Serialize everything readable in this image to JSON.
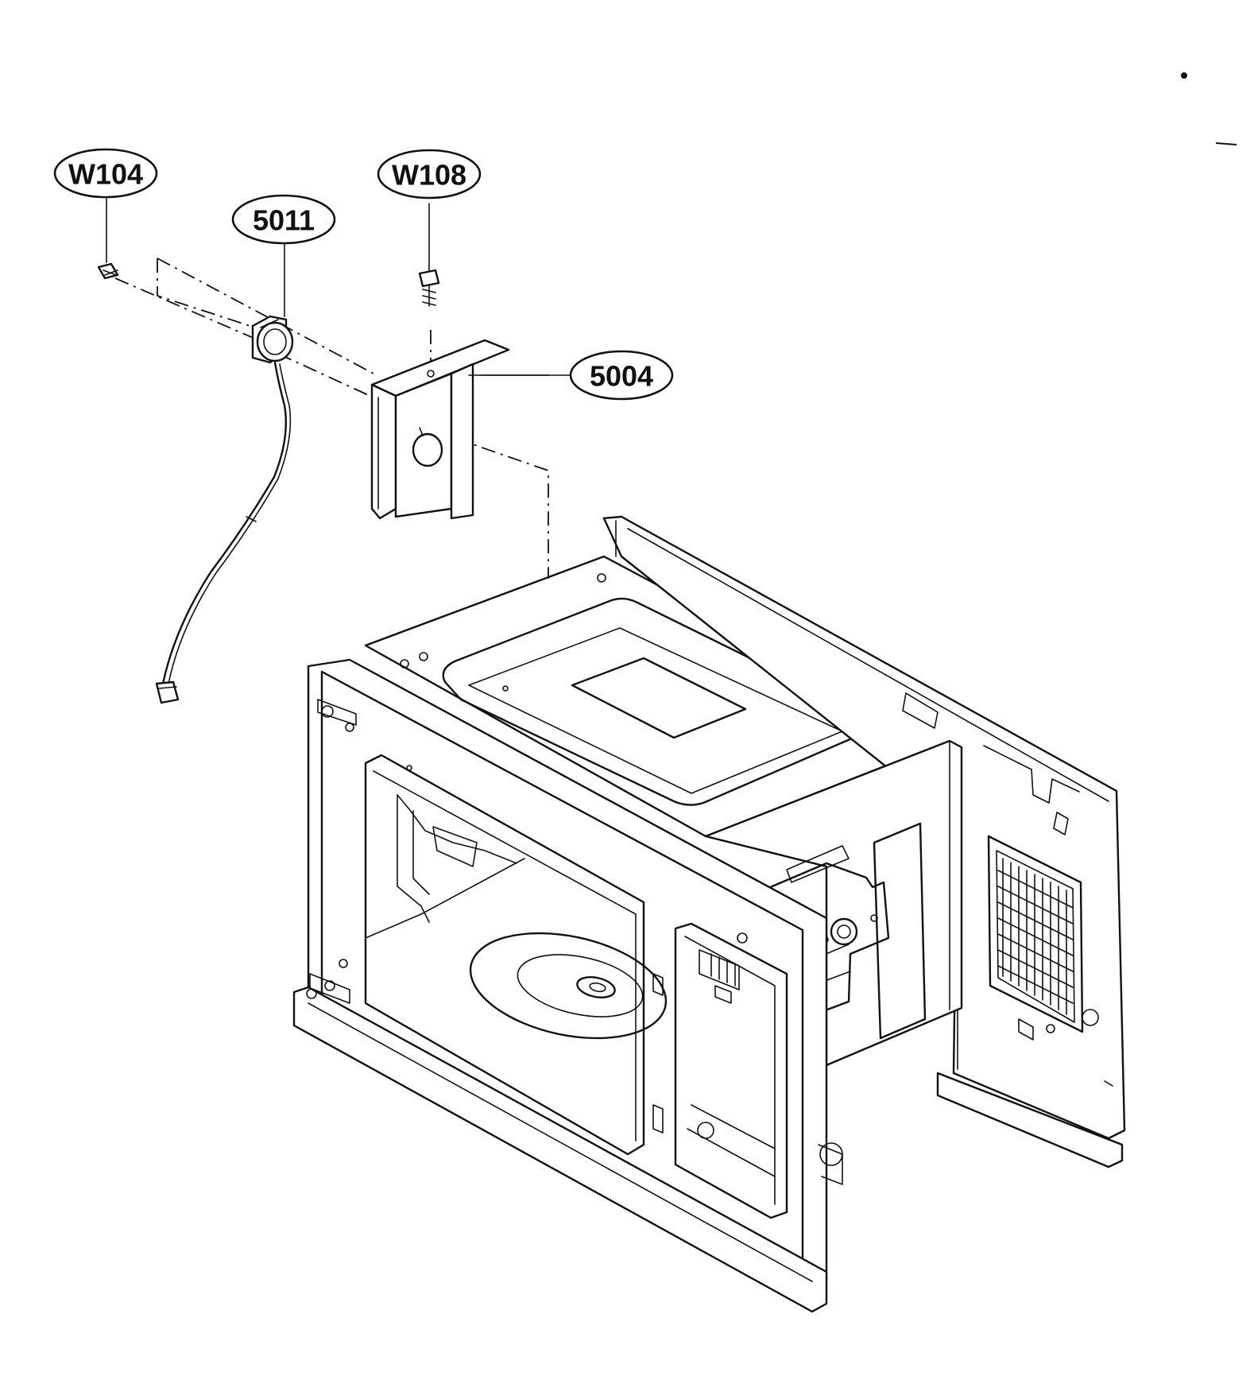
{
  "callouts": [
    {
      "id": "W104",
      "label": "W104",
      "part": "screw"
    },
    {
      "id": "5011",
      "label": "5011",
      "part": "thermostat-sensor"
    },
    {
      "id": "W108",
      "label": "W108",
      "part": "screw"
    },
    {
      "id": "5004",
      "label": "5004",
      "part": "bracket"
    }
  ],
  "colors": {
    "ink": "#111111",
    "paper": "#ffffff"
  }
}
